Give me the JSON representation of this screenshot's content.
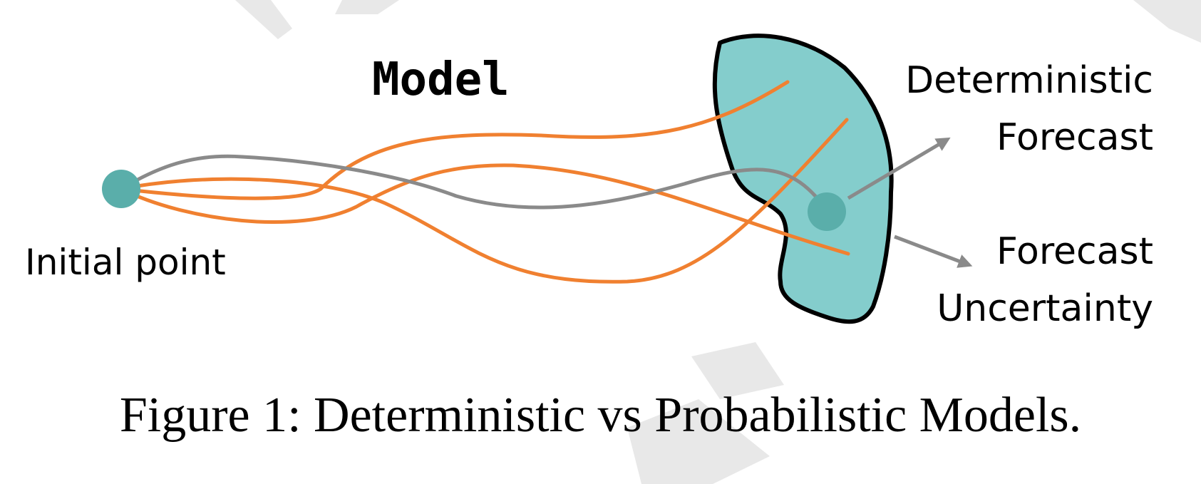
{
  "diagram": {
    "model_label": "Model",
    "initial_point_label": "Initial point",
    "deterministic_label": [
      "Deterministic",
      "Forecast"
    ],
    "uncertainty_label": [
      "Forecast",
      "Uncertainty"
    ],
    "colors": {
      "trajectory": "#f08030",
      "deterministic_path": "#8a8a8a",
      "point": "#5aaeaa",
      "region_fill": "#84cdcc",
      "region_stroke": "#000000",
      "arrow": "#8a8a8a"
    }
  },
  "caption": "Figure 1: Deterministic vs Probabilistic Models."
}
